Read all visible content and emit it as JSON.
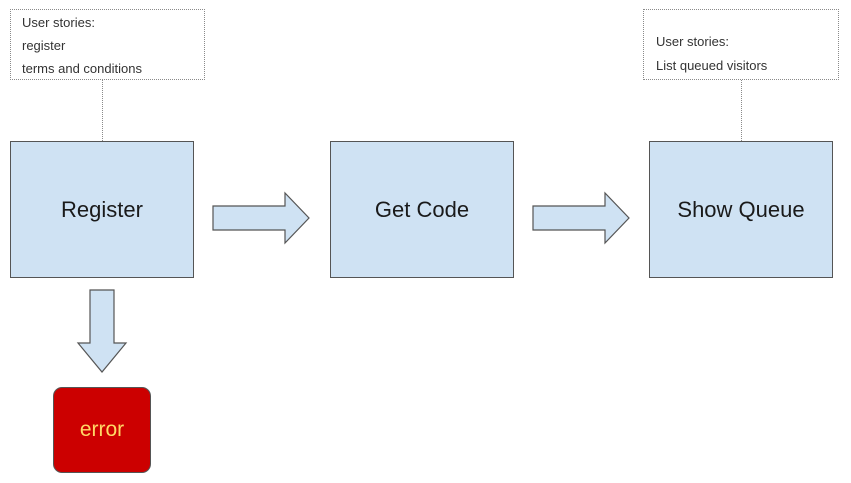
{
  "notes": [
    {
      "title": "User stories:",
      "items": [
        "register",
        "terms and conditions"
      ]
    },
    {
      "title": "User stories:",
      "items": [
        "List queued visitors"
      ]
    }
  ],
  "nodes": {
    "register": "Register",
    "get_code": "Get Code",
    "show_queue": "Show Queue",
    "error": "error"
  },
  "colors": {
    "node_fill": "#cfe2f3",
    "node_border": "#555555",
    "error_fill": "#cc0000",
    "error_text": "#ffd866",
    "note_border": "#8a8a8a"
  },
  "edges": [
    {
      "from": "Register",
      "to": "Get Code"
    },
    {
      "from": "Get Code",
      "to": "Show Queue"
    },
    {
      "from": "Register",
      "to": "error"
    }
  ]
}
